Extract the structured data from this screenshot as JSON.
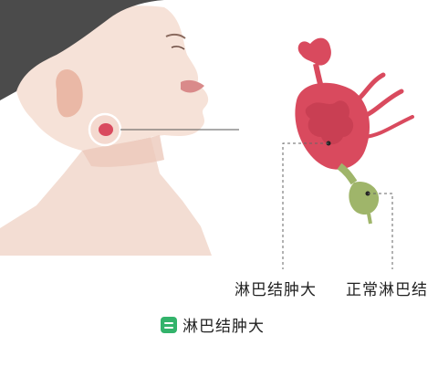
{
  "labels": {
    "swollen": "淋巴结肿大",
    "normal": "正常淋巴结"
  },
  "caption": {
    "icon": "card-icon",
    "text": "淋巴结肿大"
  },
  "colors": {
    "skin": "#f3ddd3",
    "skin_shadow": "#e7c3b5",
    "hair": "#4b4b4b",
    "node_swollen": "#d94a5e",
    "node_normal": "#9fb56a",
    "accent_green": "#33b36b"
  }
}
